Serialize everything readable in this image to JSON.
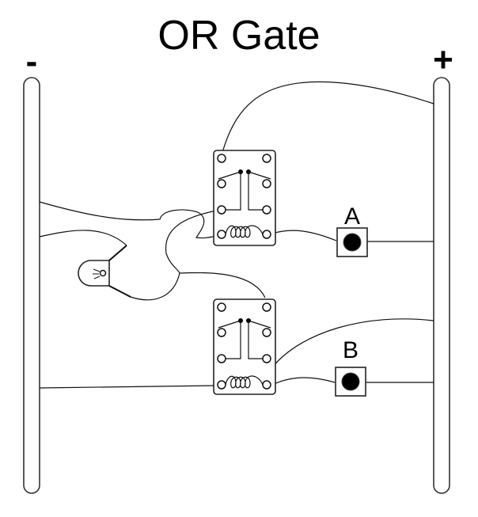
{
  "title": "OR Gate",
  "rails": {
    "negative": {
      "label": "-"
    },
    "positive": {
      "label": "+"
    }
  },
  "switches": [
    {
      "label": "A"
    },
    {
      "label": "B"
    }
  ],
  "components": {
    "relays": [
      "relay-top",
      "relay-bottom"
    ],
    "lamp": "lamp-icon"
  },
  "colors": {
    "stroke": "#111111",
    "background": "#ffffff",
    "button_fill": "#000000"
  }
}
